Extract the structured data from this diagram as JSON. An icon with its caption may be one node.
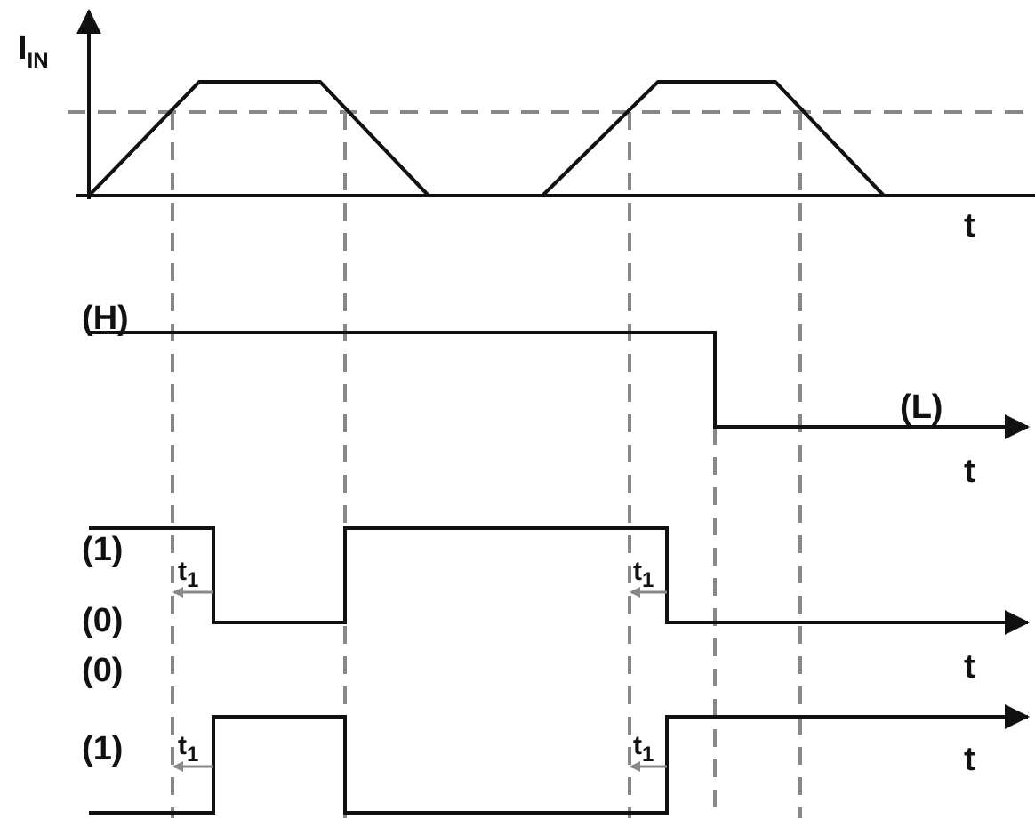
{
  "diagram": {
    "labels": [
      "I$_{IN}$",
      "t",
      "(H)",
      "(L)",
      "t",
      "(1)",
      "t$_{1}$",
      "(0)",
      "t$_{1}$",
      "t",
      "(0)",
      "t$_{1}$",
      "(1)",
      "t$_{1}$",
      "t"
    ]
  }
}
